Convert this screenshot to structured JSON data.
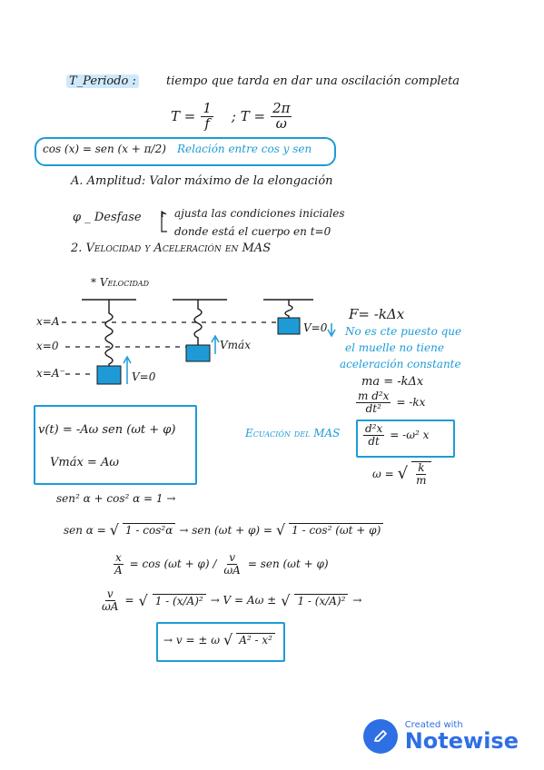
{
  "notes": {
    "periodo_label": "T_Periodo :",
    "periodo_def": "tiempo que tarda en dar una oscilación completa",
    "t_formula_1": "T =",
    "t_frac1_num": "1",
    "t_frac1_den": "f",
    "t_sep": ";  T =",
    "t_frac2_num": "2π",
    "t_frac2_den": "ω",
    "cos_relation": "cos (x) = sen (x + π/2)",
    "cos_relation_note": "Relación entre cos y sen",
    "amplitud": "A. Amplitud: Valor máximo de la elongación",
    "desfase_label": "φ _ Desfase",
    "desfase_1": "ajusta las condiciones iniciales",
    "desfase_2": "donde está el cuerpo en t=0",
    "section_2": "2. Velocidad y Aceleración en MAS",
    "velocidad_heading": "* Velocidad",
    "label_xA": "x=A",
    "label_x0": "x=0",
    "label_xnegA": "x=A⁻",
    "label_v0_bottom": "V=0",
    "label_vmax": "Vmáx",
    "label_v0_top": "V=0",
    "force": "F= -kΔx",
    "blue_note_1": "No es cte puesto que",
    "blue_note_2": "el muelle no tiene",
    "blue_note_3": "aceleración constante",
    "ma_eq": "ma = -kΔx",
    "m_d2x_num": "m d²x",
    "m_d2x_den": "dt²",
    "m_d2x_rhs": "= -kx",
    "ecuacion_label": "Ecuación del MAS",
    "eq_num": "d²x",
    "eq_den": "dt",
    "eq_rhs": "= -ω² x",
    "omega_eq_lhs": "ω =",
    "omega_sqrt_num": "k",
    "omega_sqrt_den": "m",
    "v_eq": "v(t) = -Aω sen (ωt + φ)",
    "vmax_eq": "Vmáx = Aω",
    "identity": "sen² α + cos² α = 1  →",
    "sen_line_lhs": "sen α =",
    "sen_line_sqrt1": "1 - cos²α",
    "sen_line_mid": "→ sen (ωt + φ) =",
    "sen_line_sqrt2": "1 - cos² (ωt + φ)",
    "x_over_A_num": "x",
    "x_over_A_den": "A",
    "x_over_A_rhs": "= cos (ωt + φ)  /",
    "v_over_wA_num": "v",
    "v_over_wA_den": "ωA",
    "v_over_wA_rhs": "= sen (ωt + φ)",
    "v_line_lhs_num": "v",
    "v_line_lhs_den": "ωA",
    "v_line_eq": "=",
    "v_line_sqrt1": "1 - (x/A)²",
    "v_line_mid": "→ V = Aω ±",
    "v_line_sqrt2": "1 - (x/A)²",
    "v_line_end": "→",
    "final_lhs": "→ v = ± ω",
    "final_sqrt": "A² - x²"
  },
  "watermark": {
    "small": "Created with",
    "big": "Notewise"
  },
  "colors": {
    "accent_blue": "#1e9bd7",
    "highlight": "#cfe9fb",
    "brand": "#2f6fe4"
  }
}
